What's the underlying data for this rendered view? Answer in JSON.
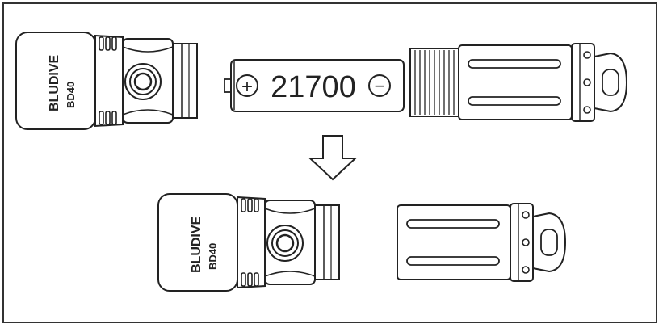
{
  "diagram": {
    "head": {
      "brand": "BLUDIVE",
      "model": "BD40"
    },
    "battery": {
      "positive_symbol": "+",
      "negative_symbol": "−",
      "label": "21700"
    },
    "colors": {
      "line": "#222222",
      "fill": "#ffffff",
      "background": "#ffffff"
    }
  }
}
